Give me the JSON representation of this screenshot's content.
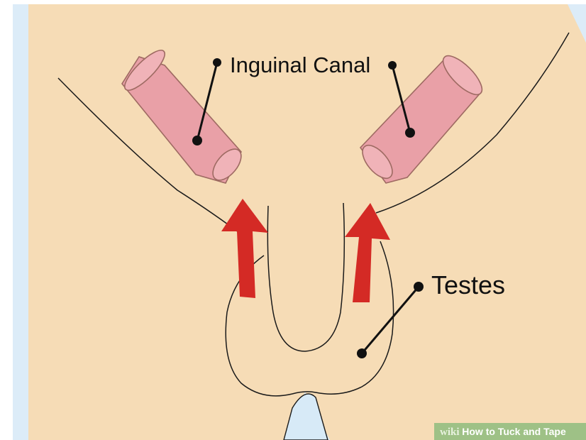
{
  "labels": {
    "inguinal_canal": "Inguinal Canal",
    "testes": "Testes"
  },
  "watermark": {
    "brand": "wiki",
    "title": "How to Tuck and Tape"
  },
  "colors": {
    "background_blue": "#dcecf8",
    "skin": "#f6dcb6",
    "canal_fill": "#e9a0a7",
    "canal_outline": "#9e6a62",
    "arrow_red": "#d42a25",
    "line": "#1a1a1a"
  }
}
